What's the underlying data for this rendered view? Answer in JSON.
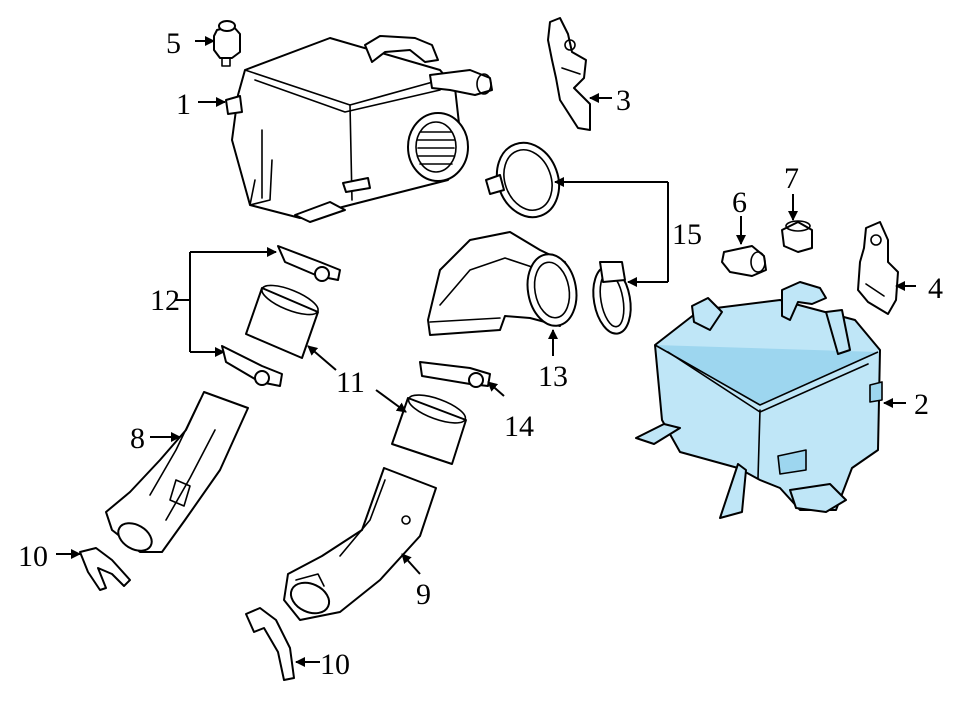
{
  "callouts": {
    "c1": "1",
    "c2": "2",
    "c3": "3",
    "c4": "4",
    "c5": "5",
    "c6": "6",
    "c7": "7",
    "c8": "8",
    "c9": "9",
    "c10a": "10",
    "c10b": "10",
    "c11": "11",
    "c12": "12",
    "c13": "13",
    "c14": "14",
    "c15": "15"
  },
  "colors": {
    "highlight": "#bfe6f7",
    "line": "#000000"
  }
}
